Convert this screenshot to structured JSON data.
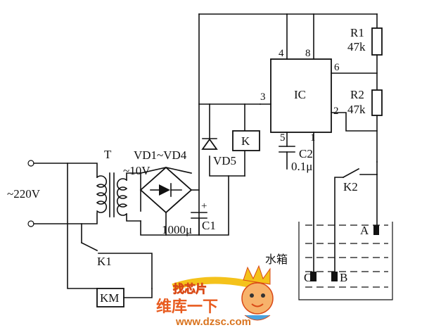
{
  "labels": {
    "ac_source": "~220V",
    "transformer": "T",
    "secondary_voltage": "~10V",
    "rectifier": "VD1~VD4",
    "capacitor1_value": "1000μ",
    "capacitor1": "C1",
    "diode5": "VD5",
    "relay": "K",
    "ic": "IC",
    "pin4": "4",
    "pin8": "8",
    "pin6": "6",
    "pin3": "3",
    "pin2": "2",
    "pin5": "5",
    "pin1": "1",
    "capacitor2": "C2",
    "capacitor2_value": "0.1μ",
    "r1": "R1",
    "r1_value": "47k",
    "r2": "R2",
    "r2_value": "47k",
    "k2": "K2",
    "k1": "K1",
    "km": "KM",
    "tank": "水箱",
    "electrode_a": "A",
    "electrode_b": "B",
    "electrode_c": "C",
    "plus": "+"
  },
  "watermark": {
    "logo_text": "找芯片",
    "cn_text": "维库一下",
    "url": "www.dzsc.com"
  },
  "colors": {
    "ink": "#111111",
    "watermark_orange": "#e85b1f",
    "watermark_yellow": "#f4c21b"
  }
}
